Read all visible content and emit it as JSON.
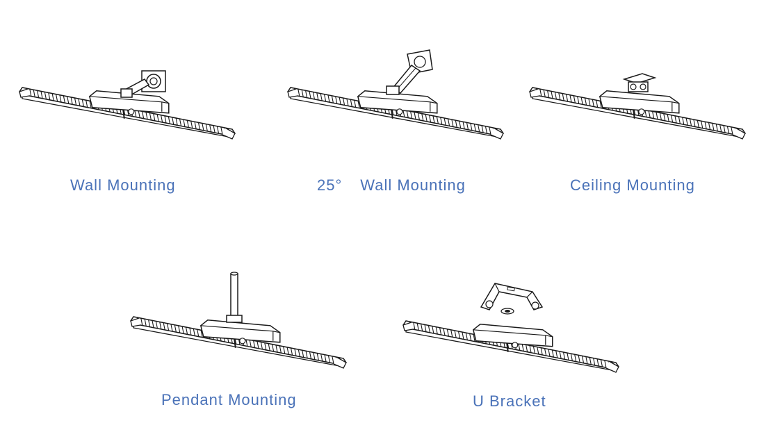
{
  "mountings": [
    {
      "id": "wall",
      "label": "Wall Mounting",
      "accessory": "wall-arm"
    },
    {
      "id": "wall25",
      "angle": "25°",
      "label": "Wall Mounting",
      "accessory": "angled-wall-arm"
    },
    {
      "id": "ceiling",
      "label": "Ceiling Mounting",
      "accessory": "ceiling-plate"
    },
    {
      "id": "pendant",
      "label": "Pendant Mounting",
      "accessory": "pendant-pole"
    },
    {
      "id": "ubracket",
      "label": "U Bracket",
      "accessory": "u-bracket"
    }
  ],
  "colors": {
    "caption": "#4a72b8",
    "line": "#1a1a1a",
    "fill": "#ffffff"
  }
}
